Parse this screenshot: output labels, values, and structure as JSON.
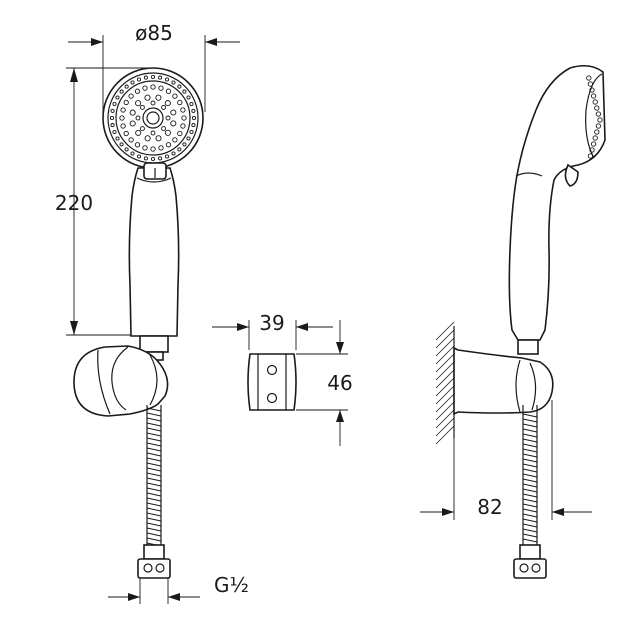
{
  "dimensions": {
    "head_diameter": "ø85",
    "height": "220",
    "holder_width": "39",
    "holder_height": "46",
    "projection": "82",
    "thread_size": "G½"
  },
  "colors": {
    "line": "#1a1a1a",
    "background": "#ffffff"
  }
}
